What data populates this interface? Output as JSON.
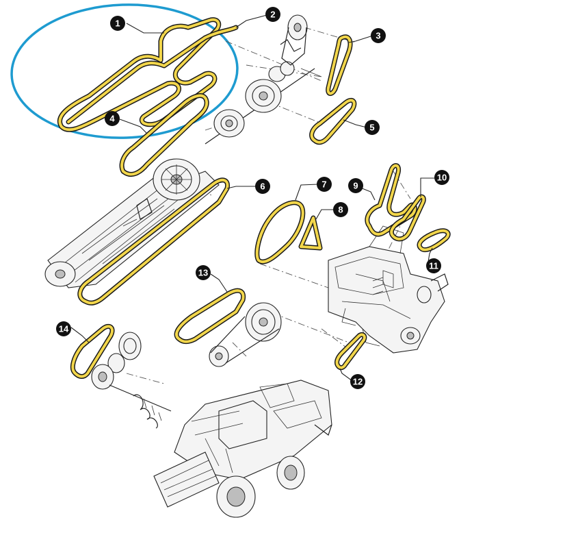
{
  "colors": {
    "belt": "#f2d64b",
    "belt_outline": "#1a1a1a",
    "highlight_ellipse": "#1e9bd0",
    "callout_fill": "#111111",
    "callout_first_fill": "#1c2a4a",
    "callout_text": "#ffffff"
  },
  "callouts": [
    {
      "id": "1",
      "label": "1"
    },
    {
      "id": "2",
      "label": "2"
    },
    {
      "id": "3",
      "label": "3"
    },
    {
      "id": "4",
      "label": "4"
    },
    {
      "id": "5",
      "label": "5"
    },
    {
      "id": "6",
      "label": "6"
    },
    {
      "id": "7",
      "label": "7"
    },
    {
      "id": "8",
      "label": "8"
    },
    {
      "id": "9",
      "label": "9"
    },
    {
      "id": "10",
      "label": "10"
    },
    {
      "id": "11",
      "label": "11"
    },
    {
      "id": "12",
      "label": "12"
    },
    {
      "id": "13",
      "label": "13"
    },
    {
      "id": "14",
      "label": "14"
    }
  ],
  "highlighted_callout": "1"
}
